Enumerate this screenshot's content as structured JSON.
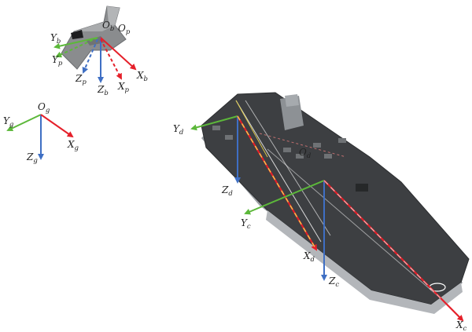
{
  "colors": {
    "x_axis": "#e5202a",
    "y_axis": "#5cb83a",
    "z_axis": "#3f6fc4",
    "ship_deck": "#3d3f42",
    "ship_hull": "#9a9ea3",
    "aircraft_body": "#8a8c8e"
  },
  "icons": [
    "aircraft-icon",
    "aircraft-carrier-icon"
  ],
  "labels": {
    "Ob": {
      "main": "O",
      "sub": "b"
    },
    "Op": {
      "main": "O",
      "sub": "p"
    },
    "Yb": {
      "main": "Y",
      "sub": "b"
    },
    "Yp": {
      "main": "Y",
      "sub": "p"
    },
    "Zp": {
      "main": "Z",
      "sub": "p"
    },
    "Zb": {
      "main": "Z",
      "sub": "b"
    },
    "Xp": {
      "main": "X",
      "sub": "p"
    },
    "Xb": {
      "main": "X",
      "sub": "b"
    },
    "Og": {
      "main": "O",
      "sub": "g"
    },
    "Yg": {
      "main": "Y",
      "sub": "g"
    },
    "Zg": {
      "main": "Z",
      "sub": "g"
    },
    "Xg": {
      "main": "X",
      "sub": "g"
    },
    "Yd": {
      "main": "Y",
      "sub": "d"
    },
    "Od": {
      "main": "O",
      "sub": "d"
    },
    "Zd": {
      "main": "Z",
      "sub": "d"
    },
    "Xd": {
      "main": "X",
      "sub": "d"
    },
    "Yc": {
      "main": "Y",
      "sub": "c"
    },
    "Zc": {
      "main": "Z",
      "sub": "c"
    },
    "Xc": {
      "main": "X",
      "sub": "c"
    }
  }
}
